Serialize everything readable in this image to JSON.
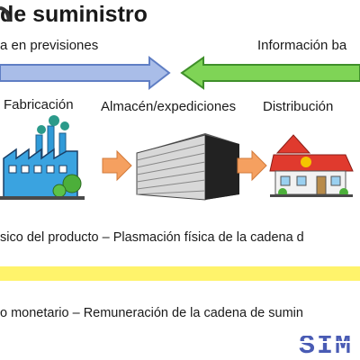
{
  "title": "de suministro",
  "arrows": {
    "previsiones_label": "a en previsiones",
    "informacion_label": "Información ba"
  },
  "stages": {
    "fabricacion": "Fabricación",
    "almacen": "Almacén/expediciones",
    "distribucion": "Distribución"
  },
  "flows": {
    "fisico": "sico del producto – Plasmación física de la cadena d",
    "monetario": "o monetario – Remuneración de la cadena de sumin"
  },
  "logo_text": "SIM",
  "colors": {
    "blue_arrow": "#a9bde8",
    "green_arrow": "#7fd456",
    "orange_arrow": "#f5a060",
    "yellow_band": "#fff36b",
    "logo": "#2a3fa8"
  }
}
